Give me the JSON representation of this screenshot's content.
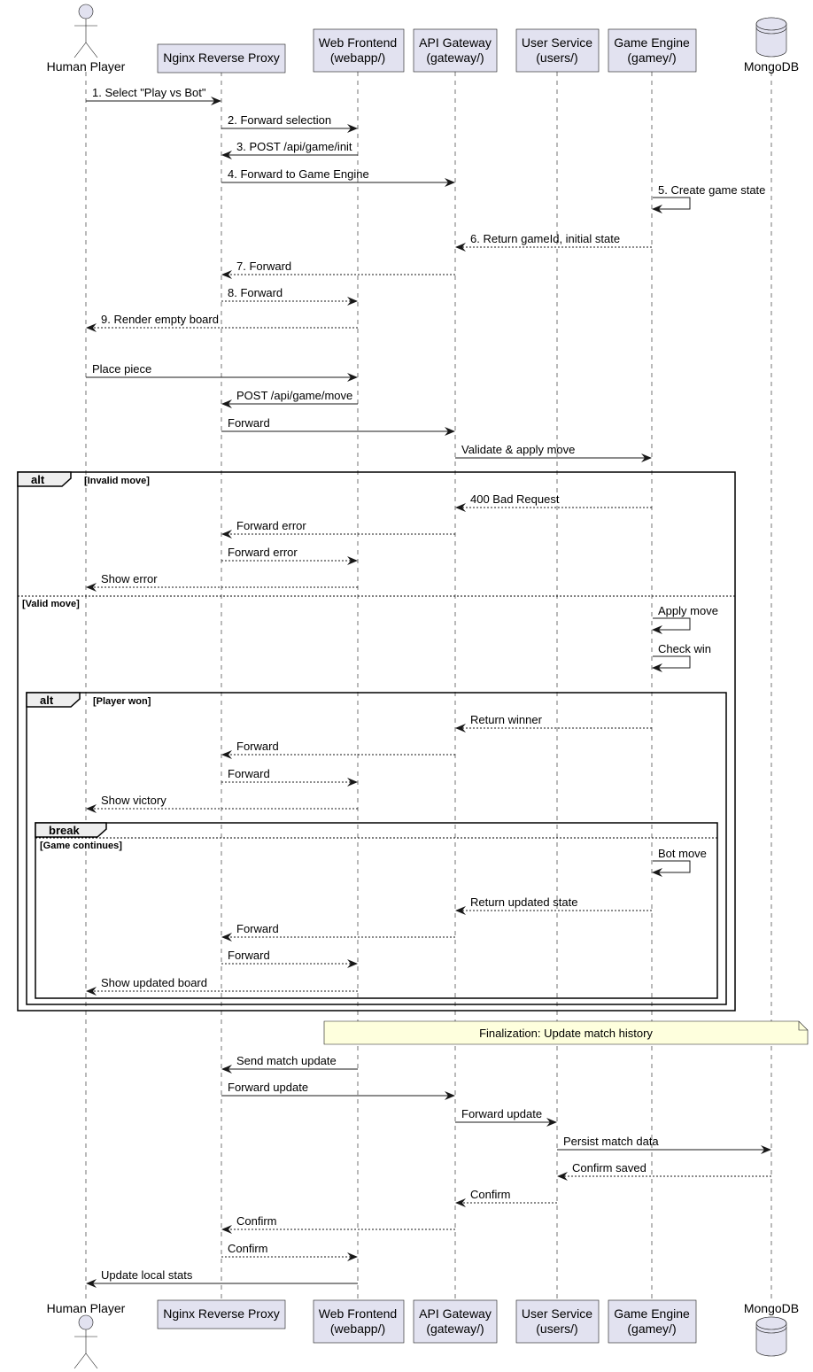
{
  "participants": [
    {
      "id": "player",
      "lines": [
        "Human Player"
      ],
      "shape": "actor"
    },
    {
      "id": "nginx",
      "lines": [
        "Nginx Reverse Proxy"
      ],
      "shape": "box"
    },
    {
      "id": "webapp",
      "lines": [
        "Web Frontend",
        "(webapp/)"
      ],
      "shape": "box"
    },
    {
      "id": "gateway",
      "lines": [
        "API Gateway",
        "(gateway/)"
      ],
      "shape": "box"
    },
    {
      "id": "users",
      "lines": [
        "User Service",
        "(users/)"
      ],
      "shape": "box"
    },
    {
      "id": "gamey",
      "lines": [
        "Game Engine",
        "(gamey/)"
      ],
      "shape": "box"
    },
    {
      "id": "mongo",
      "lines": [
        "MongoDB"
      ],
      "shape": "database"
    }
  ],
  "messages": [
    {
      "from": "player",
      "to": "nginx",
      "label": "1. Select \"Play vs Bot\"",
      "dashed": false
    },
    {
      "from": "nginx",
      "to": "webapp",
      "label": "2. Forward selection",
      "dashed": false
    },
    {
      "from": "webapp",
      "to": "nginx",
      "label": "3. POST /api/game/init",
      "dashed": false
    },
    {
      "from": "nginx",
      "to": "gateway",
      "label": "4. Forward to Game Engine",
      "dashed": false
    },
    {
      "from": "gamey",
      "to": "gamey",
      "label": "5. Create game state",
      "dashed": false
    },
    {
      "from": "gamey",
      "to": "gateway",
      "label": "6. Return gameId, initial state",
      "dashed": true
    },
    {
      "from": "gateway",
      "to": "nginx",
      "label": "7. Forward",
      "dashed": true
    },
    {
      "from": "nginx",
      "to": "webapp",
      "label": "8. Forward",
      "dashed": true
    },
    {
      "from": "webapp",
      "to": "player",
      "label": "9. Render empty board",
      "dashed": true
    },
    {
      "from": "player",
      "to": "webapp",
      "label": "Place piece",
      "dashed": false
    },
    {
      "from": "webapp",
      "to": "nginx",
      "label": "POST /api/game/move",
      "dashed": false
    },
    {
      "from": "nginx",
      "to": "gateway",
      "label": "Forward",
      "dashed": false
    },
    {
      "from": "gateway",
      "to": "gamey",
      "label": "Validate & apply move",
      "dashed": false
    },
    {
      "from": "gamey",
      "to": "gateway",
      "label": "400 Bad Request",
      "dashed": true
    },
    {
      "from": "gateway",
      "to": "nginx",
      "label": "Forward error",
      "dashed": true
    },
    {
      "from": "nginx",
      "to": "webapp",
      "label": "Forward error",
      "dashed": true
    },
    {
      "from": "webapp",
      "to": "player",
      "label": "Show error",
      "dashed": true
    },
    {
      "from": "gamey",
      "to": "gamey",
      "label": "Apply move",
      "dashed": false
    },
    {
      "from": "gamey",
      "to": "gamey",
      "label": "Check win",
      "dashed": false
    },
    {
      "from": "gamey",
      "to": "gateway",
      "label": "Return winner",
      "dashed": true
    },
    {
      "from": "gateway",
      "to": "nginx",
      "label": "Forward",
      "dashed": true
    },
    {
      "from": "nginx",
      "to": "webapp",
      "label": "Forward",
      "dashed": true
    },
    {
      "from": "webapp",
      "to": "player",
      "label": "Show victory",
      "dashed": true
    },
    {
      "from": "gamey",
      "to": "gamey",
      "label": "Bot move",
      "dashed": false
    },
    {
      "from": "gamey",
      "to": "gateway",
      "label": "Return updated state",
      "dashed": true
    },
    {
      "from": "gateway",
      "to": "nginx",
      "label": "Forward",
      "dashed": true
    },
    {
      "from": "nginx",
      "to": "webapp",
      "label": "Forward",
      "dashed": true
    },
    {
      "from": "webapp",
      "to": "player",
      "label": "Show updated board",
      "dashed": true
    },
    {
      "from": "webapp",
      "to": "nginx",
      "label": "Send match update",
      "dashed": false
    },
    {
      "from": "nginx",
      "to": "gateway",
      "label": "Forward update",
      "dashed": false
    },
    {
      "from": "gateway",
      "to": "users",
      "label": "Forward update",
      "dashed": false
    },
    {
      "from": "users",
      "to": "mongo",
      "label": "Persist match data",
      "dashed": false
    },
    {
      "from": "mongo",
      "to": "users",
      "label": "Confirm saved",
      "dashed": true
    },
    {
      "from": "users",
      "to": "gateway",
      "label": "Confirm",
      "dashed": true
    },
    {
      "from": "gateway",
      "to": "nginx",
      "label": "Confirm",
      "dashed": true
    },
    {
      "from": "nginx",
      "to": "webapp",
      "label": "Confirm",
      "dashed": true
    },
    {
      "from": "webapp",
      "to": "player",
      "label": "Update local stats",
      "dashed": false
    }
  ],
  "frames": [
    {
      "keyword": "alt",
      "guards": [
        "[Invalid move]",
        "[Valid move]"
      ]
    },
    {
      "keyword": "alt",
      "guards": [
        "[Player won]"
      ]
    },
    {
      "keyword": "break",
      "guards": [
        "[Game continues]"
      ]
    }
  ],
  "note": {
    "text": "Finalization: Update match history",
    "color": "#FEFFDD"
  },
  "colors": {
    "participant_fill": "#E2E2F0",
    "line": "#181818",
    "note_fill": "#FEFFDD",
    "tab_fill": "#EEEEEE"
  }
}
